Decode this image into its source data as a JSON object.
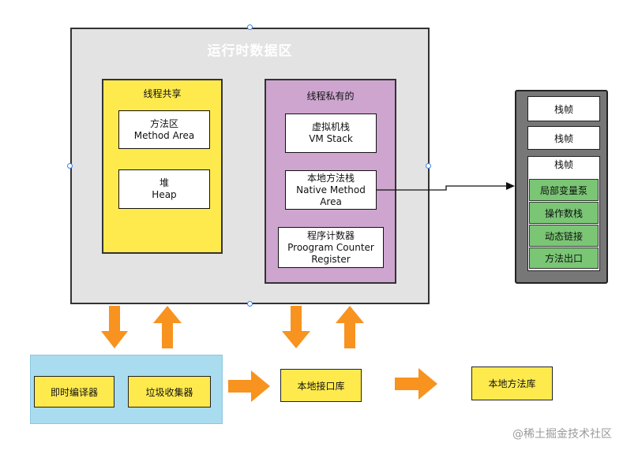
{
  "runtime_area": {
    "title": "运行时数据区"
  },
  "shared": {
    "title": "线程共享",
    "method_area": {
      "cn": "方法区",
      "en": "Method Area"
    },
    "heap": {
      "cn": "堆",
      "en": "Heap"
    }
  },
  "private": {
    "title": "线程私有的",
    "vm_stack": {
      "cn": "虚拟机栈",
      "en": "VM Stack"
    },
    "native_stack": {
      "cn": "本地方法栈",
      "en1": "Native Method",
      "en2": "Area"
    },
    "pc_register": {
      "cn": "程序计数器",
      "en1": "Proogram Counter",
      "en2": "Register"
    }
  },
  "stack_frames": {
    "frame_label": "栈帧",
    "items": [
      "局部变量泵",
      "操作数栈",
      "动态链接",
      "方法出口"
    ]
  },
  "bottom": {
    "jit_compiler": "即时编译器",
    "garbage_collector": "垃圾收集器",
    "native_interface": "本地接口库",
    "native_library": "本地方法库"
  },
  "watermark": "@稀土掘金技术社区",
  "colors": {
    "runtime_bg": "#e3e3e3",
    "shared_bg": "#ffea4e",
    "private_bg": "#cda5cf",
    "frame_panel_bg": "#777777",
    "frame_item_bg": "#7ac675",
    "blue_bg": "#a9dcef",
    "arrow_orange": "#f7931e"
  }
}
